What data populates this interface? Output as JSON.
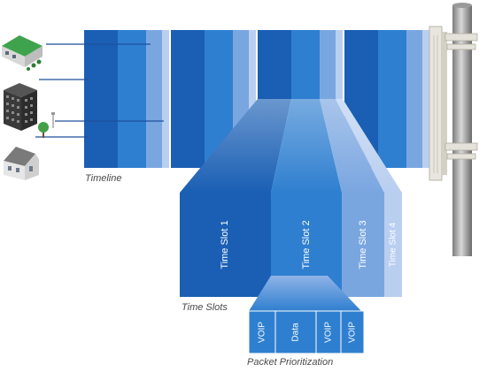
{
  "captions": {
    "timeline": "Timeline",
    "time_slots": "Time Slots",
    "packet_prioritization": "Packet Prioritization"
  },
  "time_slots": [
    "Time Slot 1",
    "Time Slot 2",
    "Time Slot 3",
    "Time Slot 4"
  ],
  "packets": [
    "VOIP",
    "Data",
    "VOIP",
    "VOIP"
  ],
  "icons": [
    "office-building-icon",
    "apartment-building-icon",
    "house-icon",
    "antenna-tower-icon"
  ],
  "colors": {
    "slot_1": "#1a5fb4",
    "slot_2": "#2f7fd0",
    "slot_3": "#7aa6e0",
    "slot_4": "#b9cff0",
    "link_line": "#1f4f9c"
  }
}
